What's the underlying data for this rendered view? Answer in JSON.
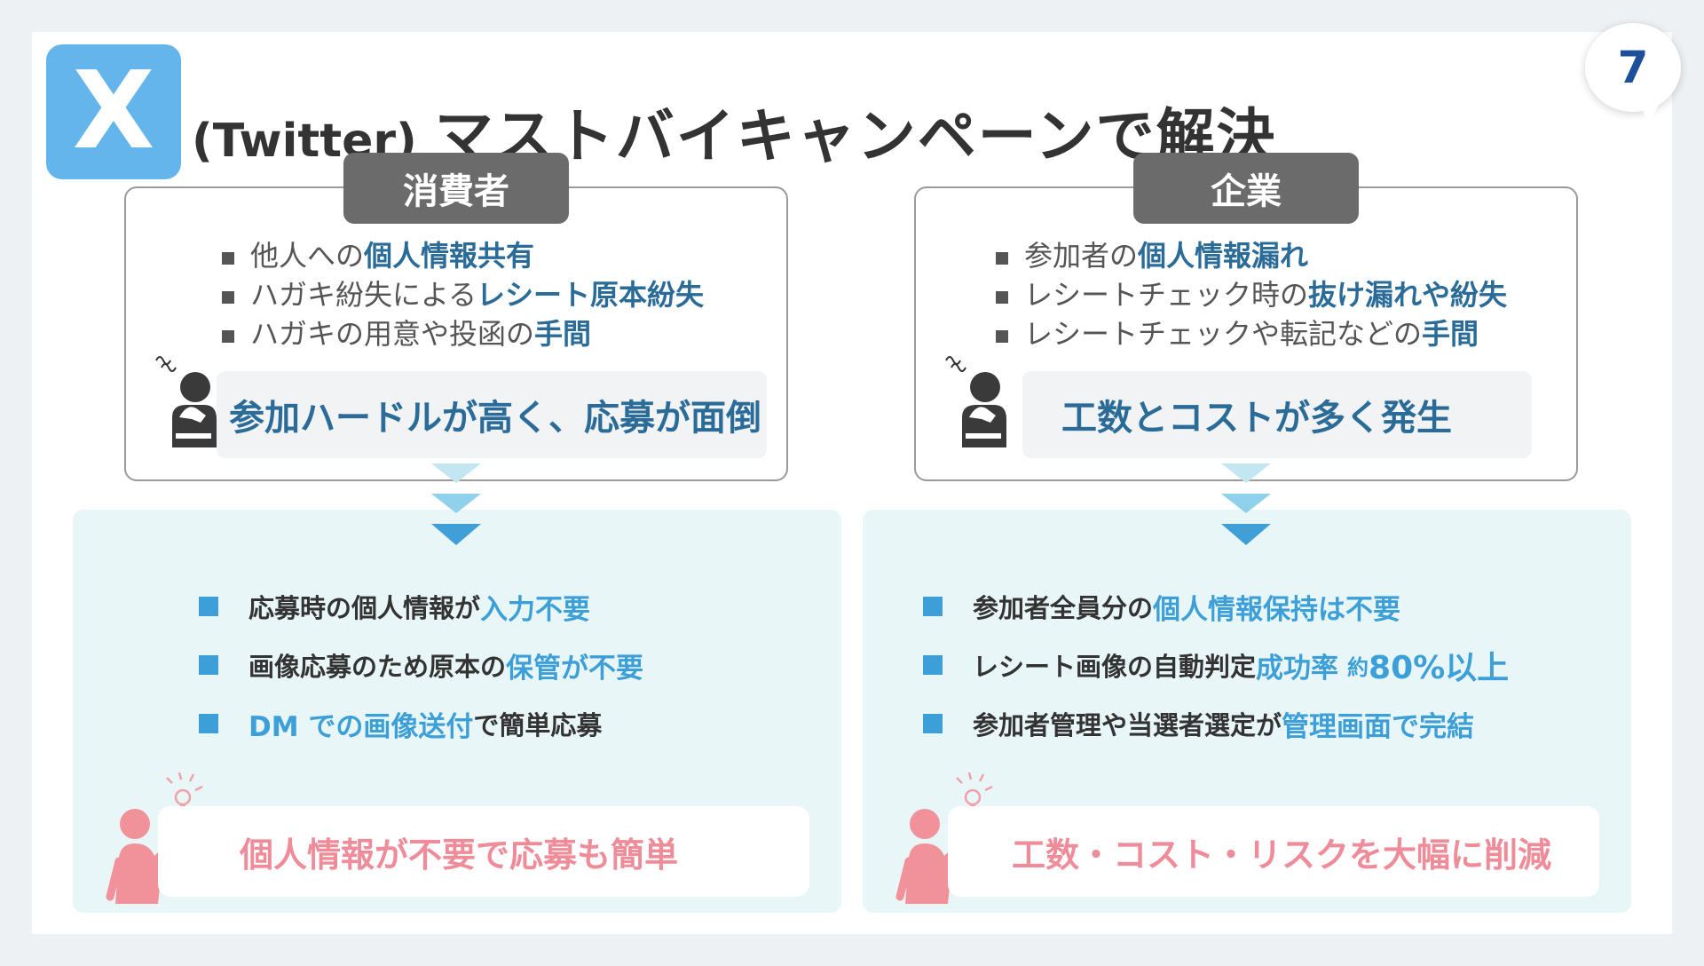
{
  "header": {
    "logo_letter": "X",
    "title_prefix": "(Twitter)",
    "title_main": "マストバイキャンペーンで解決",
    "page_number": "7"
  },
  "consumer": {
    "tag": "消費者",
    "bullets": [
      {
        "plain": "他人への",
        "highlight": "個人情報共有"
      },
      {
        "plain": "ハガキ紛失による",
        "highlight": "レシート原本紛失"
      },
      {
        "plain": "ハガキの用意や投函の",
        "highlight": "手間"
      }
    ],
    "callout": "参加ハードルが高く、応募が面倒",
    "solutions": [
      {
        "plain_before": "応募時の個人情報が",
        "highlight": "入力不要",
        "plain_after": ""
      },
      {
        "plain_before": "画像応募のため原本の",
        "highlight": "保管が不要",
        "plain_after": ""
      },
      {
        "plain_before": "",
        "highlight": "DM での画像送付",
        "plain_after": "で簡単応募"
      }
    ],
    "summary": "個人情報が不要で応募も簡単"
  },
  "company": {
    "tag": "企業",
    "bullets": [
      {
        "plain": "参加者の",
        "highlight": "個人情報漏れ"
      },
      {
        "plain": "レシートチェック時の",
        "highlight": "抜け漏れや紛失"
      },
      {
        "plain": "レシートチェックや転記などの",
        "highlight": "手間"
      }
    ],
    "callout": "工数とコストが多く発生",
    "solutions": [
      {
        "plain_before": "参加者全員分の",
        "highlight": "個人情報保持は不要",
        "plain_after": ""
      },
      {
        "plain_before": "レシート画像の自動判定",
        "highlight": "成功率",
        "small": "約",
        "big": "80%以上"
      },
      {
        "plain_before": "参加者管理や当選者選定が",
        "highlight": "管理画面で完結",
        "plain_after": ""
      }
    ],
    "summary": "工数・コスト・リスクを大幅に削減"
  },
  "colors": {
    "logo_bg": "#64b5ec",
    "highlight_dark": "#2a6b98",
    "highlight_bright": "#3d9fd8",
    "summary_pink": "#ef8c9a",
    "tag_gray": "#6b6b6b",
    "panel_bg": "#e9f6f7"
  },
  "icons": [
    "x-logo",
    "thinking-person-icon",
    "idea-person-icon",
    "down-arrow-icon"
  ]
}
